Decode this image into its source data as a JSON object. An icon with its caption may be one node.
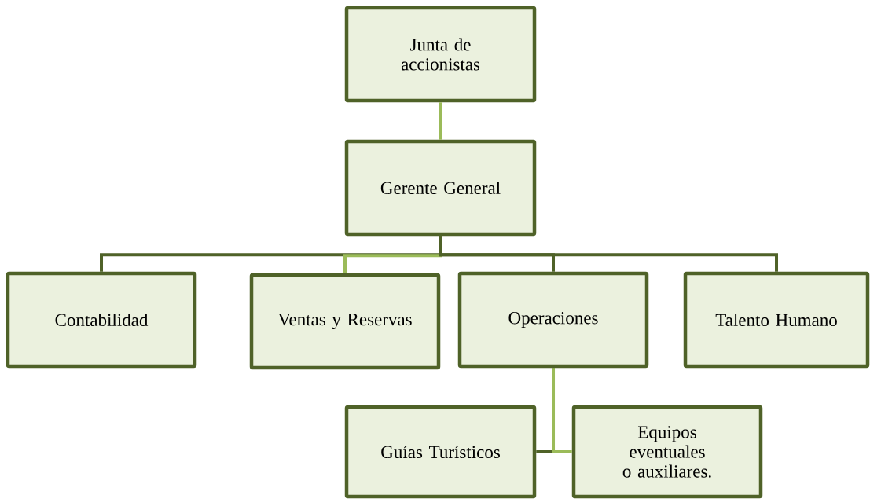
{
  "diagram": {
    "nodes": [
      {
        "text": [
          "Junta de accionistas"
        ]
      },
      {
        "text": [
          "Gerente General"
        ]
      },
      {
        "text": [
          "Contabilidad"
        ]
      },
      {
        "text": [
          "Ventas y Reservas"
        ]
      },
      {
        "text": [
          "Operaciones"
        ]
      },
      {
        "text": [
          "Talento Humano"
        ]
      },
      {
        "text": [
          "Guías Turísticos"
        ]
      },
      {
        "text": [
          "Equipos eventuales o auxiliares."
        ]
      }
    ],
    "edges": [
      {
        "from": 0,
        "to": 1,
        "arrow": "none",
        "color": "#9bbb59"
      },
      {
        "from": 1,
        "to": 2,
        "arrow": "none"
      },
      {
        "from": 1,
        "to": 3,
        "arrow": "none",
        "color": "#9bbb59"
      },
      {
        "from": 1,
        "to": 4,
        "arrow": "none"
      },
      {
        "from": 1,
        "to": 5,
        "arrow": "none"
      },
      {
        "from": 4,
        "to": 6,
        "arrow": "none"
      },
      {
        "from": 4,
        "to": 7,
        "arrow": "none",
        "color": "#9bbb59"
      }
    ]
  }
}
